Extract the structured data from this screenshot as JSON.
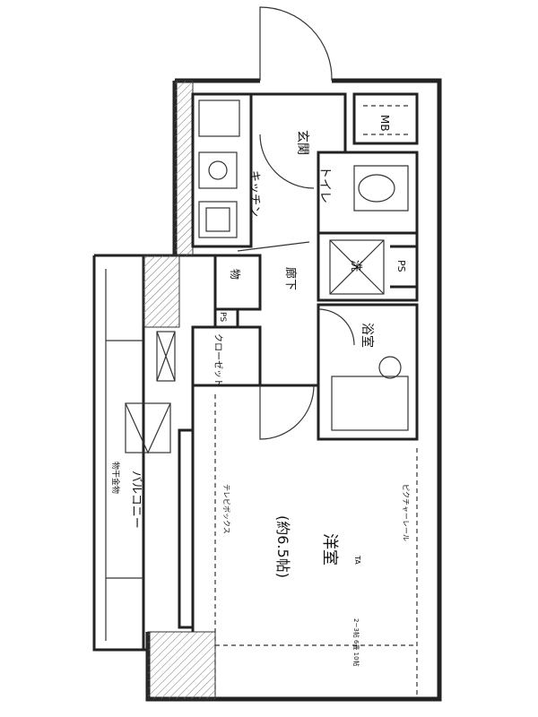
{
  "rooms": {
    "genkan": "玄関",
    "mb": "MB",
    "toilet": "トイレ",
    "kitchen": "キッチン",
    "rouka": "廊下",
    "shitsu": "洗",
    "ps": "PS",
    "yokushitsu": "浴室",
    "kura": "物",
    "ps2": "PS",
    "closet": "クローゼット",
    "youshitsu": "洋室",
    "youshitsu_size": "(約6.5帖)",
    "balcony": "バルコニー",
    "tenaoki": "物干金物",
    "tv_box": "テレビボックス",
    "storage_note": "ピクチャーレール",
    "small_note": "2~3帖 6畳 10帖",
    "tv_label": "TA"
  }
}
